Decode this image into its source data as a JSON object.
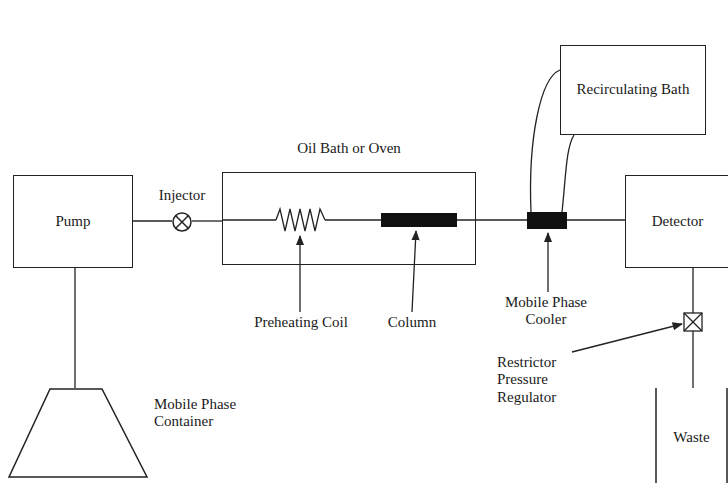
{
  "diagram": {
    "nodes": [
      {
        "text": [
          "Pump"
        ]
      },
      {
        "text": [
          "Injector"
        ]
      },
      {
        "text": [
          "Oil Bath or Oven"
        ]
      },
      {
        "text": [
          "Recirculating Bath"
        ]
      },
      {
        "text": [
          "Detector"
        ]
      },
      {
        "text": [
          "Mobile Phase Container"
        ]
      },
      {
        "text": [
          "Waste"
        ]
      }
    ],
    "edges": [
      {
        "from": 0,
        "to": 1,
        "arrow": "none"
      },
      {
        "from": 1,
        "to": 2,
        "arrow": "none"
      },
      {
        "from": 2,
        "to": 4,
        "arrow": "none"
      },
      {
        "from": 0,
        "to": 5,
        "arrow": "none"
      },
      {
        "from": 4,
        "to": 6,
        "arrow": "none"
      }
    ],
    "labels": [
      "Preheating Coil",
      "Column",
      "Mobile Phase Cooler",
      "Restrictor Pressure Regulator"
    ]
  }
}
